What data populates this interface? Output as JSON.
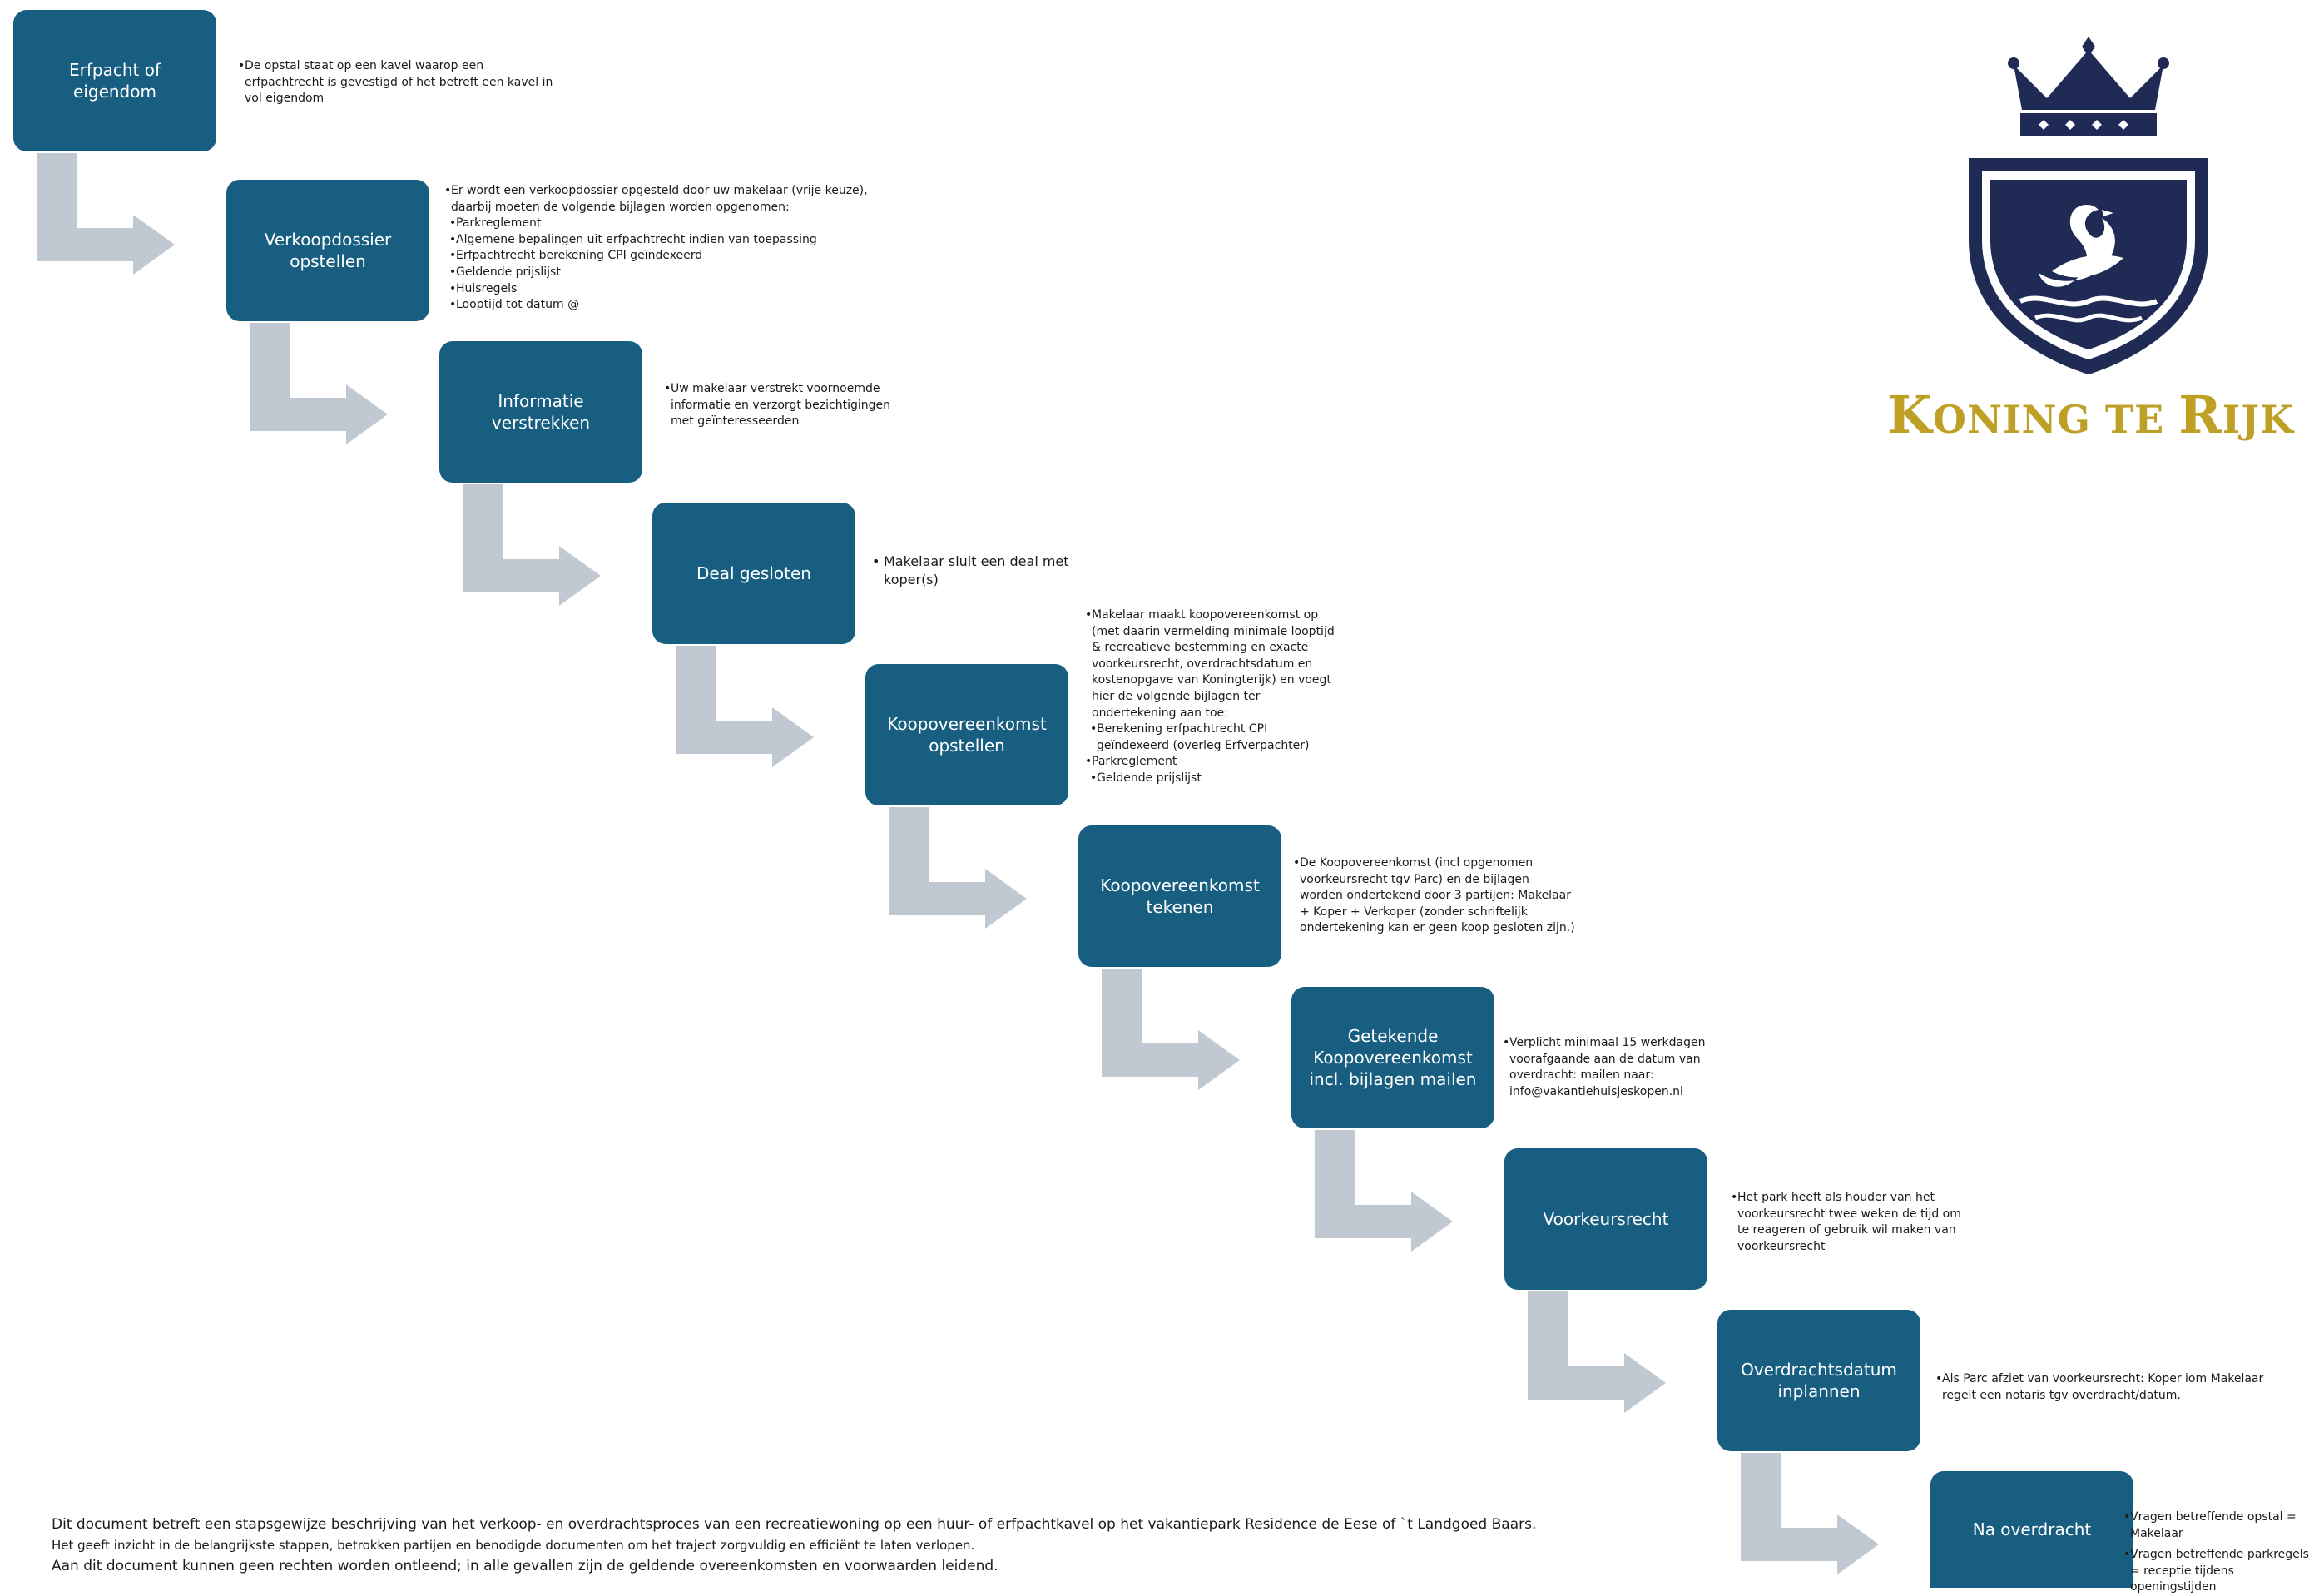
{
  "steps": [
    {
      "label": "Erfpacht of eigendom"
    },
    {
      "label": "Verkoopdossier opstellen"
    },
    {
      "label": "Informatie verstrekken"
    },
    {
      "label": "Deal gesloten"
    },
    {
      "label": "Koopovereenkomst opstellen"
    },
    {
      "label": "Koopovereenkomst tekenen"
    },
    {
      "label": "Getekende Koopovereenkomst incl. bijlagen mailen"
    },
    {
      "label": "Voorkeursrecht"
    },
    {
      "label": "Overdrachtsdatum inplannen"
    },
    {
      "label": "Na overdracht"
    }
  ],
  "notes": {
    "n0": [
      "De opstal staat op een kavel waarop een erfpachtrecht is gevestigd of het betreft een kavel in vol eigendom"
    ],
    "n1": [
      "Er wordt een verkoopdossier opgesteld door uw makelaar (vrije keuze), daarbij moeten de volgende bijlagen worden opgenomen:",
      "Parkreglement",
      "Algemene bepalingen uit erfpachtrecht indien van toepassing",
      "Erfpachtrecht berekening CPI geïndexeerd",
      "Geldende prijslijst",
      "Huisregels",
      "Looptijd tot datum @"
    ],
    "n2": [
      "Uw makelaar verstrekt voornoemde informatie en  verzorgt bezichtigingen met geïnteresseerden"
    ],
    "n3": [
      "Makelaar sluit een deal met koper(s)"
    ],
    "n4": [
      "Makelaar maakt koopovereenkomst op (met daarin vermelding minimale looptijd & recreatieve bestemming en exacte voorkeursrecht, overdrachtsdatum en kostenopgave van Koningterijk) en voegt hier de volgende bijlagen ter ondertekening aan toe:",
      "Berekening erfpachtrecht CPI geïndexeerd (overleg Erfverpachter)",
      "Parkreglement",
      "Geldende prijslijst"
    ],
    "n5": [
      "De Koopovereenkomst (incl opgenomen voorkeursrecht tgv Parc)  en de bijlagen worden ondertekend door 3 partijen: Makelaar + Koper + Verkoper (zonder schriftelijk ondertekening kan er geen koop gesloten zijn.)"
    ],
    "n6": [
      "Verplicht minimaal 15 werkdagen voorafgaande aan de datum van overdracht: mailen naar: info@vakantiehuisjeskopen.nl"
    ],
    "n7": [
      "Het park heeft als houder van het voorkeursrecht twee weken de tijd om te reageren of gebruik wil maken van voorkeursrecht"
    ],
    "n8": [
      "Als Parc afziet van voorkeursrecht: Koper iom Makelaar regelt een notaris tgv  overdracht/datum."
    ],
    "n9": [
      "Vragen betreffende opstal = Makelaar",
      "Vragen betreffende parkregels = receptie tijdens openingstijden"
    ]
  },
  "footer": {
    "line1": "Dit document betreft een stapsgewijze beschrijving van het verkoop- en overdrachtsproces van een recreatiewoning op een huur- of erfpachtkavel op het vakantiepark Residence de Eese of `t Landgoed Baars.",
    "line2": "Het geeft inzicht in de belangrijkste stappen, betrokken partijen en benodigde documenten om het traject zorgvuldig en efficiënt te laten verlopen.",
    "line3": "Aan dit document kunnen geen rechten worden ontleend; in alle gevallen zijn de geldende overeenkomsten en voorwaarden leidend."
  },
  "logo": {
    "brand_k": "K",
    "brand_oning": "ONING",
    "brand_te": "TE",
    "brand_r": "R",
    "brand_ijk": "IJK",
    "colors": {
      "navy": "#1f2a55",
      "gold": "#bfa027"
    }
  },
  "colors": {
    "step_fill": "#175e80",
    "arrow_fill": "#c0c8d2"
  }
}
